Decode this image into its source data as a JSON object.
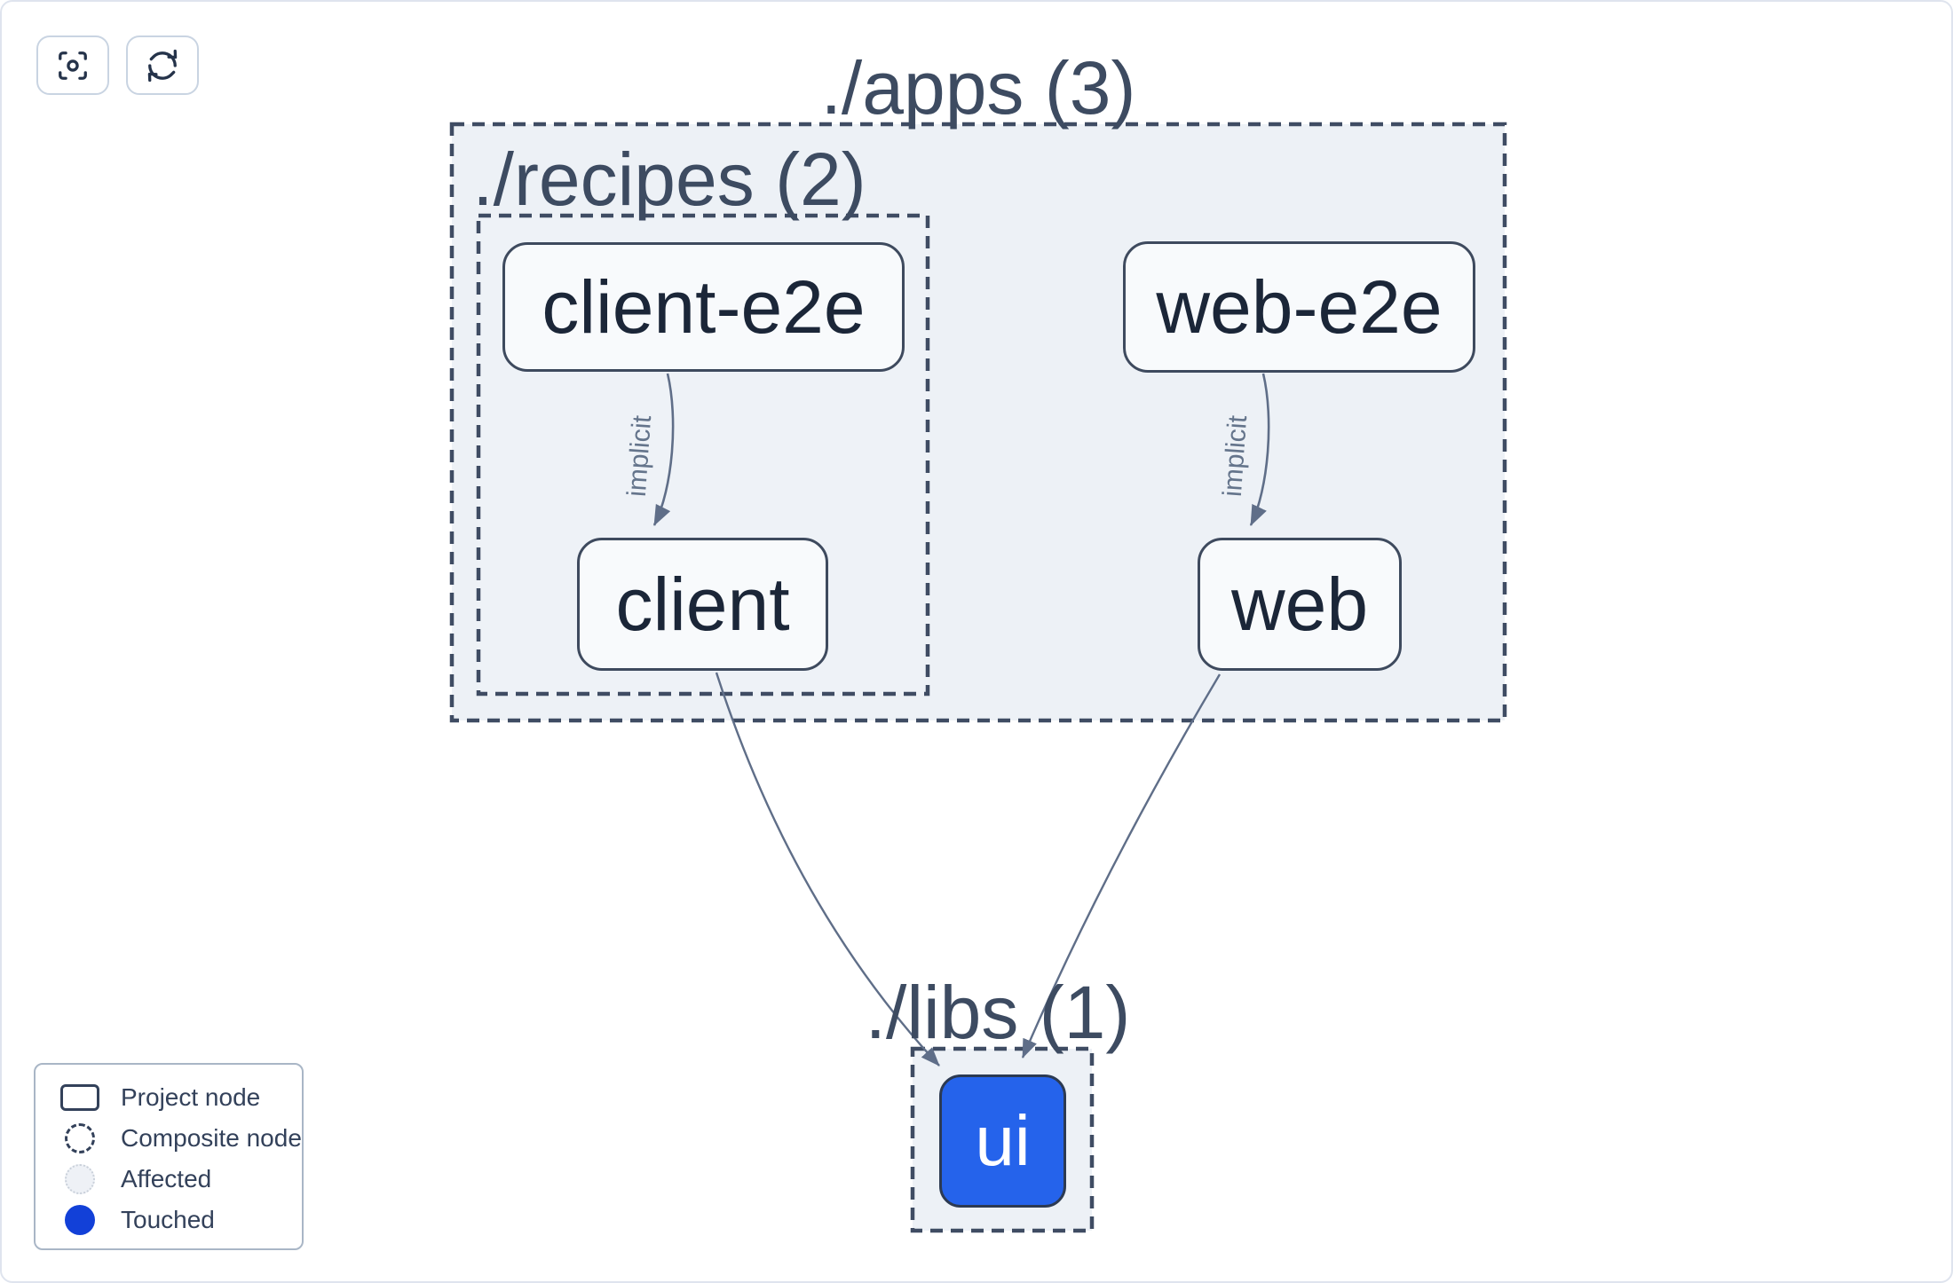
{
  "toolbar": {
    "buttons": [
      {
        "icon": "center-graph-icon"
      },
      {
        "icon": "refresh-icon"
      }
    ]
  },
  "graph": {
    "groups": [
      {
        "label": "./apps (3)"
      },
      {
        "label": "./recipes (2)"
      },
      {
        "label": "./libs (1)"
      }
    ],
    "nodes": [
      {
        "label": "client-e2e",
        "type": "project"
      },
      {
        "label": "web-e2e",
        "type": "project"
      },
      {
        "label": "client",
        "type": "project"
      },
      {
        "label": "web",
        "type": "project"
      },
      {
        "label": "ui",
        "type": "project",
        "state": "touched"
      }
    ],
    "edges": [
      {
        "from": "client-e2e",
        "to": "client",
        "label": "implicit"
      },
      {
        "from": "web-e2e",
        "to": "web",
        "label": "implicit"
      },
      {
        "from": "client",
        "to": "ui",
        "label": ""
      },
      {
        "from": "web",
        "to": "ui",
        "label": ""
      }
    ]
  },
  "legend": {
    "items": [
      {
        "label": "Project node",
        "swatch": "project"
      },
      {
        "label": "Composite node",
        "swatch": "composite"
      },
      {
        "label": "Affected",
        "swatch": "affected"
      },
      {
        "label": "Touched",
        "swatch": "touched"
      }
    ]
  },
  "colors": {
    "touched_node_fill": "#2563eb",
    "touched_legend_fill": "#1240d8",
    "container_fill": "#edf1f6",
    "dashed_stroke": "#3f4c63",
    "edge_stroke": "#5f6e88",
    "node_border": "#3e4a5e"
  }
}
